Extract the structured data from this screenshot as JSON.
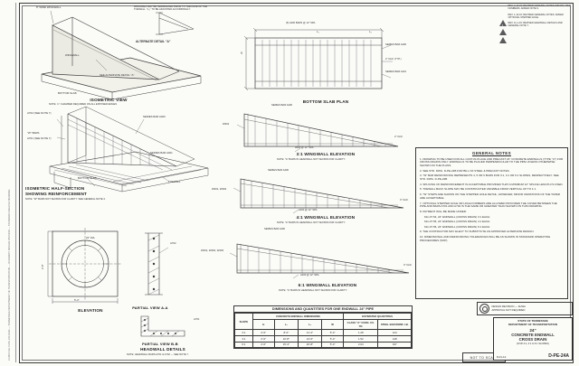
{
  "edge_strip": {
    "vertical_text": "CADD FILE: D-PE-24A.DGN   —   TENNESSEE DEPARTMENT OF TRANSPORTATION   —   ROADWAY DESIGN DIVISION   —   STANDARD ENGLISH DRAWING"
  },
  "revisions": [
    {
      "marker": "1",
      "text": "REV. 4-14-15: REVISED GENERAL NOTES AND PAY ITEM NUMBERS. ADDED NOTE 9."
    },
    {
      "marker": "2",
      "text": "REV. 1-14-16: REVISED GENERAL NOTES. ADDED OPTIONAL STEPPED HOLE."
    },
    {
      "marker": "3",
      "text": "REV. 11-1-16: REVISED HEADWALL DETAILS AND GENERAL NOTE 7."
    }
  ],
  "isometric_view": {
    "title": "ISOMETRIC VIEW",
    "note": "NOTE: ¾\" CHAMFER REQUIRED ON ALL EXPOSED EDGES",
    "label_wingwall_width": "8\" WIDE WINGWALL",
    "label_wingwall": "WINGWALL",
    "label_bottom_slab": "BOTTOM SLAB",
    "label_see_alternate": "SEE ALTERNATE DETAIL \"A\"",
    "alternate_note": "WINGWALL MAY BE TERMINATED PRIOR TO THE FACE OF THE TOEWALL. \"L₂\" TO BE ADJUSTED ACCORDINGLY.",
    "alternate_title": "ALTERNATE DETAIL \"A\""
  },
  "half_section": {
    "title_line1": "ISOMETRIC HALF-SECTION",
    "title_line2": "SHOWING REINFORCEMENT",
    "note": "NOTE: \"W\" BARS NOT SHOWN FOR CLARITY. SEE GENERAL NOTE 3.",
    "label_a702": "A702 (SEE NOTE 7)",
    "label_a701": "A701 (SEE NOTE 7)",
    "label_w_bars": "\"W\" BARS",
    "label_series_a400": "SERIES BAR A400",
    "label_series_a401": "SERIES BAR A401",
    "label_toewall": "TOEWALL",
    "label_bottom_slab": "BOTTOM SLAB"
  },
  "bottom_slab_plan": {
    "title": "BOTTOM SLAB PLAN",
    "dim_top": "(6) A400 BARS @ 12\" SPA.",
    "dim_l1": "L₁",
    "dim_l2": "L₂",
    "dim_w": "W",
    "label_series_a400": "SERIES BAR A400",
    "label_series_a401": "SERIES BAR A401",
    "label_clr": "2\" CLR. (TYP.)"
  },
  "wingwalls": [
    {
      "title": "3:1 WINGWALL ELEVATION",
      "note": "NOTE: \"A\" BARS IN HEADWALL NOT SHOWN FOR CLARITY.",
      "series": "SERIES BAR A400",
      "bars": "W401",
      "spacing": "A400 @ 12\" SPA.",
      "clr": "2\" CLR."
    },
    {
      "title": "4:1 WINGWALL ELEVATION",
      "note": "NOTE: \"A\" BARS IN HEADWALL NOT SHOWN FOR CLARITY.",
      "series": "SERIES BAR A400",
      "bars": "W401, W402",
      "spacing": "A400 @ 12\" SPA.",
      "clr": "3\" CLR."
    },
    {
      "title": "6:1 WINGWALL ELEVATION",
      "note": "NOTE: \"A\" BARS IN HEADWALL NOT SHOWN FOR CLARITY.",
      "series": "SERIES BAR A400",
      "bars": "W401, W402, W403",
      "spacing": "A400 @ 12\" SPA.",
      "clr": "3\" CLR."
    }
  ],
  "elevation": {
    "title": "ELEVATION",
    "label_pipe": "24\" DIA.",
    "dim_width": "5'-4\"",
    "dim_height": "2'-8\""
  },
  "partial_a": {
    "title": "PARTIAL VIEW A-A",
    "label": "A702"
  },
  "partial_b": {
    "title": "PARTIAL VIEW B-B",
    "label": "A701"
  },
  "headwall": {
    "title": "HEADWALL DETAILS",
    "note": "NOTE: HEADWALL BARS A701 & A702 — SEE NOTE 7."
  },
  "general_notes": {
    "title": "GENERAL NOTES",
    "items": [
      "1. DRAWING TO BE USED FOR ALL CAST-IN-PLACE AND PRECAST 24\" CONCRETE ENDWALLS (TYPE \"U\") FOR CROSS DRAINS ONLY. ENDWALLS TO BE PLACED PERPENDICULAR TO THE PIPE UNLESS OTHERWISE SHOWN ON THE PLANS.",
      "2. SEE STD. DWG. D-PE-24B FOR BILL OF STEEL & PRECAST NOTES.",
      "3. \"W\" BAR REINFORCING REPRESENTS 4, 5 OR 6 BARS FOR 3:1, 4:1 OR 6:1 SLOPES, RESPECTIVELY. SEE STD. DWG. D-PE-24B.",
      "4. SPLICING OF REINFORCEMENT IS ACCEPTABLE PROVIDED THAT A MINIMUM 12\" SPLICE LENGTH IS USED.",
      "5. TOEWALL BACK SLOPE MAY BE CONSTRUCTED VARIABLE FROM VERTICAL UP TO 1:1.",
      "6. \"W\" STEPS ARE SHOWN ON THE STEPPED HOLE DETAIL; HOWEVER, MINOR VARIATIONS OF THE TAPER ARE ACCEPTABLE.",
      "7. OPTIONAL STEPPED HOLE OR HOLE FORMERS ARE ALLOWED PROVIDED THE COVER BETWEEN THE PIPE AND BARS A701 AND A702 IS THE SAME OR GREATER THAN SHOWN ON THIS DRAWING.",
      "8. PAYMENT WILL BE MADE UNDER:",
      "611-07.54, 24\" ENDWALL (CROSS DRAIN) 3:1 EACH",
      "611-07.55, 24\" ENDWALL (CROSS DRAIN) 4:1 EACH",
      "611-07.56, 24\" ENDWALL (CROSS DRAIN) 6:1 EACH",
      "9. THE CONTRACTOR MAY ELECT TO SUBSTITUTE AN APPROVED ALTERNATE DESIGN.",
      "10. DIMENSIONAL AND REINFORCING TOLERANCES WILL BE AS SHOWN IN STANDARD OPERATING PROCEDURES (SOP)."
    ]
  },
  "quantities_table": {
    "title": "DIMENSIONS AND QUANTITIES FOR ONE ENDWALL 24\" PIPE",
    "group_headers": {
      "slope": "SLOPE",
      "dims": "CONCRETE ENDWALL DIMENSIONS",
      "qty": "ESTIMATED QUANTITIES"
    },
    "col_headers": {
      "h": "H",
      "l1": "L₁",
      "l2": "L₂",
      "w": "W",
      "conc": "CLASS \"A\" CONC. CU. YD.",
      "steel": "STEEL BAR REINF. LB."
    },
    "rows": [
      {
        "slope": "3:1",
        "h": "2'-0\"",
        "l1": "8'-0\"",
        "l2": "11'-4\"",
        "w": "5'-4\"",
        "conc": "1.28",
        "steel": "124"
      },
      {
        "slope": "4:1",
        "h": "2'-0\"",
        "l1": "10'-8\"",
        "l2": "14'-0\"",
        "w": "5'-4\"",
        "conc": "1.52",
        "steel": "148"
      },
      {
        "slope": "6:1",
        "h": "2'-0\"",
        "l1": "15'-4\"",
        "l2": "20'-8\"",
        "w": "5'-4\"",
        "conc": "2.04",
        "steel": "197"
      }
    ]
  },
  "stamp": {
    "line1": "DESIGN REVISION — FHWA",
    "line2": "APPROVAL NOT REQUIRED"
  },
  "scale_box": "NOT TO SCALE",
  "title_block": {
    "agency_line1": "STATE OF TENNESSEE",
    "agency_line2": "DEPARTMENT OF TRANSPORTATION",
    "size": "24\"",
    "title_line1": "CONCRETE ENDWALL",
    "title_line2": "CROSS DRAIN",
    "subtitle": "(FOR 3:1, 4:1 & 6:1 SLOPES)",
    "date": "8-01-12",
    "number": "D-PE-24A"
  }
}
